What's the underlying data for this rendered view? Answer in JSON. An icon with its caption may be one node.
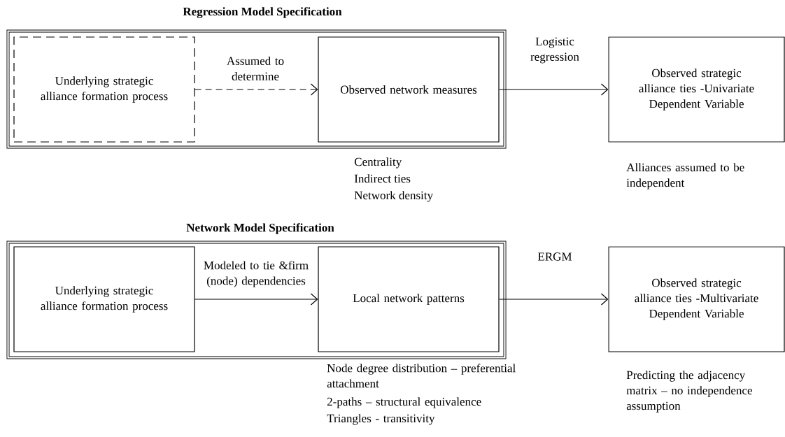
{
  "diagram": {
    "nodes": [
      {
        "text": [
          "Regression Model Specification"
        ]
      },
      {
        "text": [
          "Underlying strategic alliance formation process"
        ],
        "in": 0
      },
      {
        "text": [
          "Observed network measures"
        ],
        "in": 0,
        "beside": [
          "Centrality",
          "Indirect ties",
          "Network density"
        ]
      },
      {
        "text": [
          "Observed strategic alliance ties -Univariate Dependent Variable"
        ],
        "beside": [
          "Alliances assumed to be independent"
        ]
      },
      {
        "text": [
          "Network Model Specification"
        ]
      },
      {
        "text": [
          "Underlying strategic alliance formation process"
        ],
        "in": 4
      },
      {
        "text": [
          "Local network patterns"
        ],
        "in": 4,
        "beside": [
          "Node degree distribution – preferential attachment",
          "2-paths – structural equivalence",
          "Triangles - transitivity"
        ]
      },
      {
        "text": [
          "Observed strategic alliance ties -Multivariate Dependent Variable"
        ],
        "beside": [
          "Predicting the adjacency matrix – no independence assumption"
        ]
      }
    ],
    "edges": [
      {
        "from": 1,
        "to": 2,
        "arrow": "to",
        "label": "Assumed to determine",
        "style": "dashed"
      },
      {
        "from": 2,
        "to": 3,
        "arrow": "to",
        "label": "Logistic regression"
      },
      {
        "from": 5,
        "to": 6,
        "arrow": "to",
        "label": "Modeled to tie &firm (node) dependencies"
      },
      {
        "from": 6,
        "to": 7,
        "arrow": "to",
        "label": "ERGM"
      }
    ]
  }
}
